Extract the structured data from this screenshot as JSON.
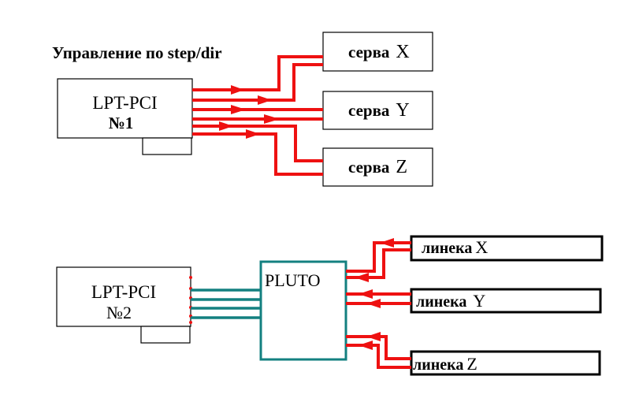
{
  "title": "Управление по step/dir",
  "cards": [
    {
      "name": "LPT-PCI",
      "number": "№1"
    },
    {
      "name": "LPT-PCI",
      "number": "№2"
    }
  ],
  "pluto": {
    "label": "PLUTO"
  },
  "servos": [
    {
      "label": "серва",
      "axis": "X"
    },
    {
      "label": "серва",
      "axis": "Y"
    },
    {
      "label": "серва",
      "axis": "Z"
    }
  ],
  "scales": [
    {
      "label": "линека",
      "axis": "X"
    },
    {
      "label": "линека",
      "axis": "Y"
    },
    {
      "label": "линека",
      "axis": "Z"
    }
  ],
  "colors": {
    "signal": "#ee1111",
    "bus": "#138080",
    "outline": "#000000"
  }
}
